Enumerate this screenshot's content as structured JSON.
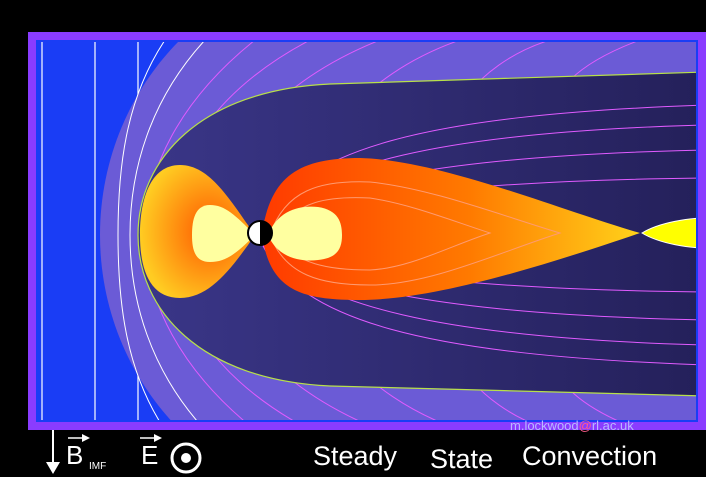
{
  "credit": {
    "user": "m.lockwood",
    "at": "@",
    "domain": "rl.ac.uk"
  },
  "legend": {
    "b_symbol": "B",
    "b_subscript": "IMF",
    "e_symbol": "E"
  },
  "title": {
    "word1": "Steady",
    "word2": "State",
    "word3": "Convection"
  },
  "colors": {
    "frame": "#8a3cff",
    "solar_wind": "#1a3df5",
    "magnetosheath": "#6b5bd6",
    "tail_lobe": "#2b2660",
    "plasma_sheet_core": "#ff3300",
    "plasma_sheet_edge": "#ffd21a",
    "inner_region": "#ffffa0",
    "field_lines": "#e05bff",
    "imf_lines": "#ffffff",
    "magnetopause": "#b8e04a"
  },
  "icons": {
    "b_arrow": "down-arrow-icon",
    "e_field": "out-of-page-dot-icon",
    "earth": "earth-day-night-icon"
  }
}
